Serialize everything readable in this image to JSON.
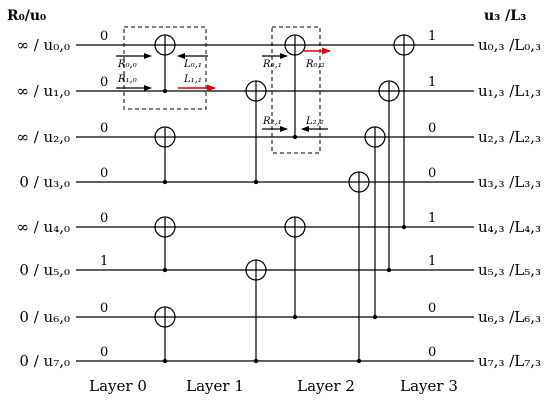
{
  "header": {
    "left": "R₀/u₀",
    "right": "u₃ /L₃"
  },
  "rows": [
    {
      "left": "∞ / u₀,₀",
      "input_bit": "0",
      "output_bit": "1",
      "right": "u₀,₃ /L₀,₃"
    },
    {
      "left": "∞ / u₁,₀",
      "input_bit": "0",
      "output_bit": "1",
      "right": "u₁,₃ /L₁,₃"
    },
    {
      "left": "∞ / u₂,₀",
      "input_bit": "0",
      "output_bit": "0",
      "right": "u₂,₃ /L₂,₃"
    },
    {
      "left": "0 / u₃,₀",
      "input_bit": "0",
      "output_bit": "0",
      "right": "u₃,₃ /L₃,₃"
    },
    {
      "left": "∞ / u₄,₀",
      "input_bit": "0",
      "output_bit": "1",
      "right": "u₄,₃ /L₄,₃"
    },
    {
      "left": "0 / u₅,₀",
      "input_bit": "1",
      "output_bit": "1",
      "right": "u₅,₃ /L₅,₃"
    },
    {
      "left": "0 / u₆,₀",
      "input_bit": "0",
      "output_bit": "0",
      "right": "u₆,₃ /L₆,₃"
    },
    {
      "left": "0 / u₇,₀",
      "input_bit": "0",
      "output_bit": "0",
      "right": "u₇,₃ /L₇,₃"
    }
  ],
  "layers": [
    "Layer 0",
    "Layer 1",
    "Layer 2",
    "Layer 3"
  ],
  "messages": {
    "r00": "R₀,₀",
    "r10": "R₁,₀",
    "l01": "L₀,₁",
    "l11": "L₁,₁",
    "r01": "R₀,₁",
    "r02": "R₀,₂",
    "r21": "R₂,₁",
    "l22": "L₂,₂"
  },
  "colors": {
    "line": "#000000",
    "highlight_arrow": "#e00000",
    "box": "#000000"
  }
}
